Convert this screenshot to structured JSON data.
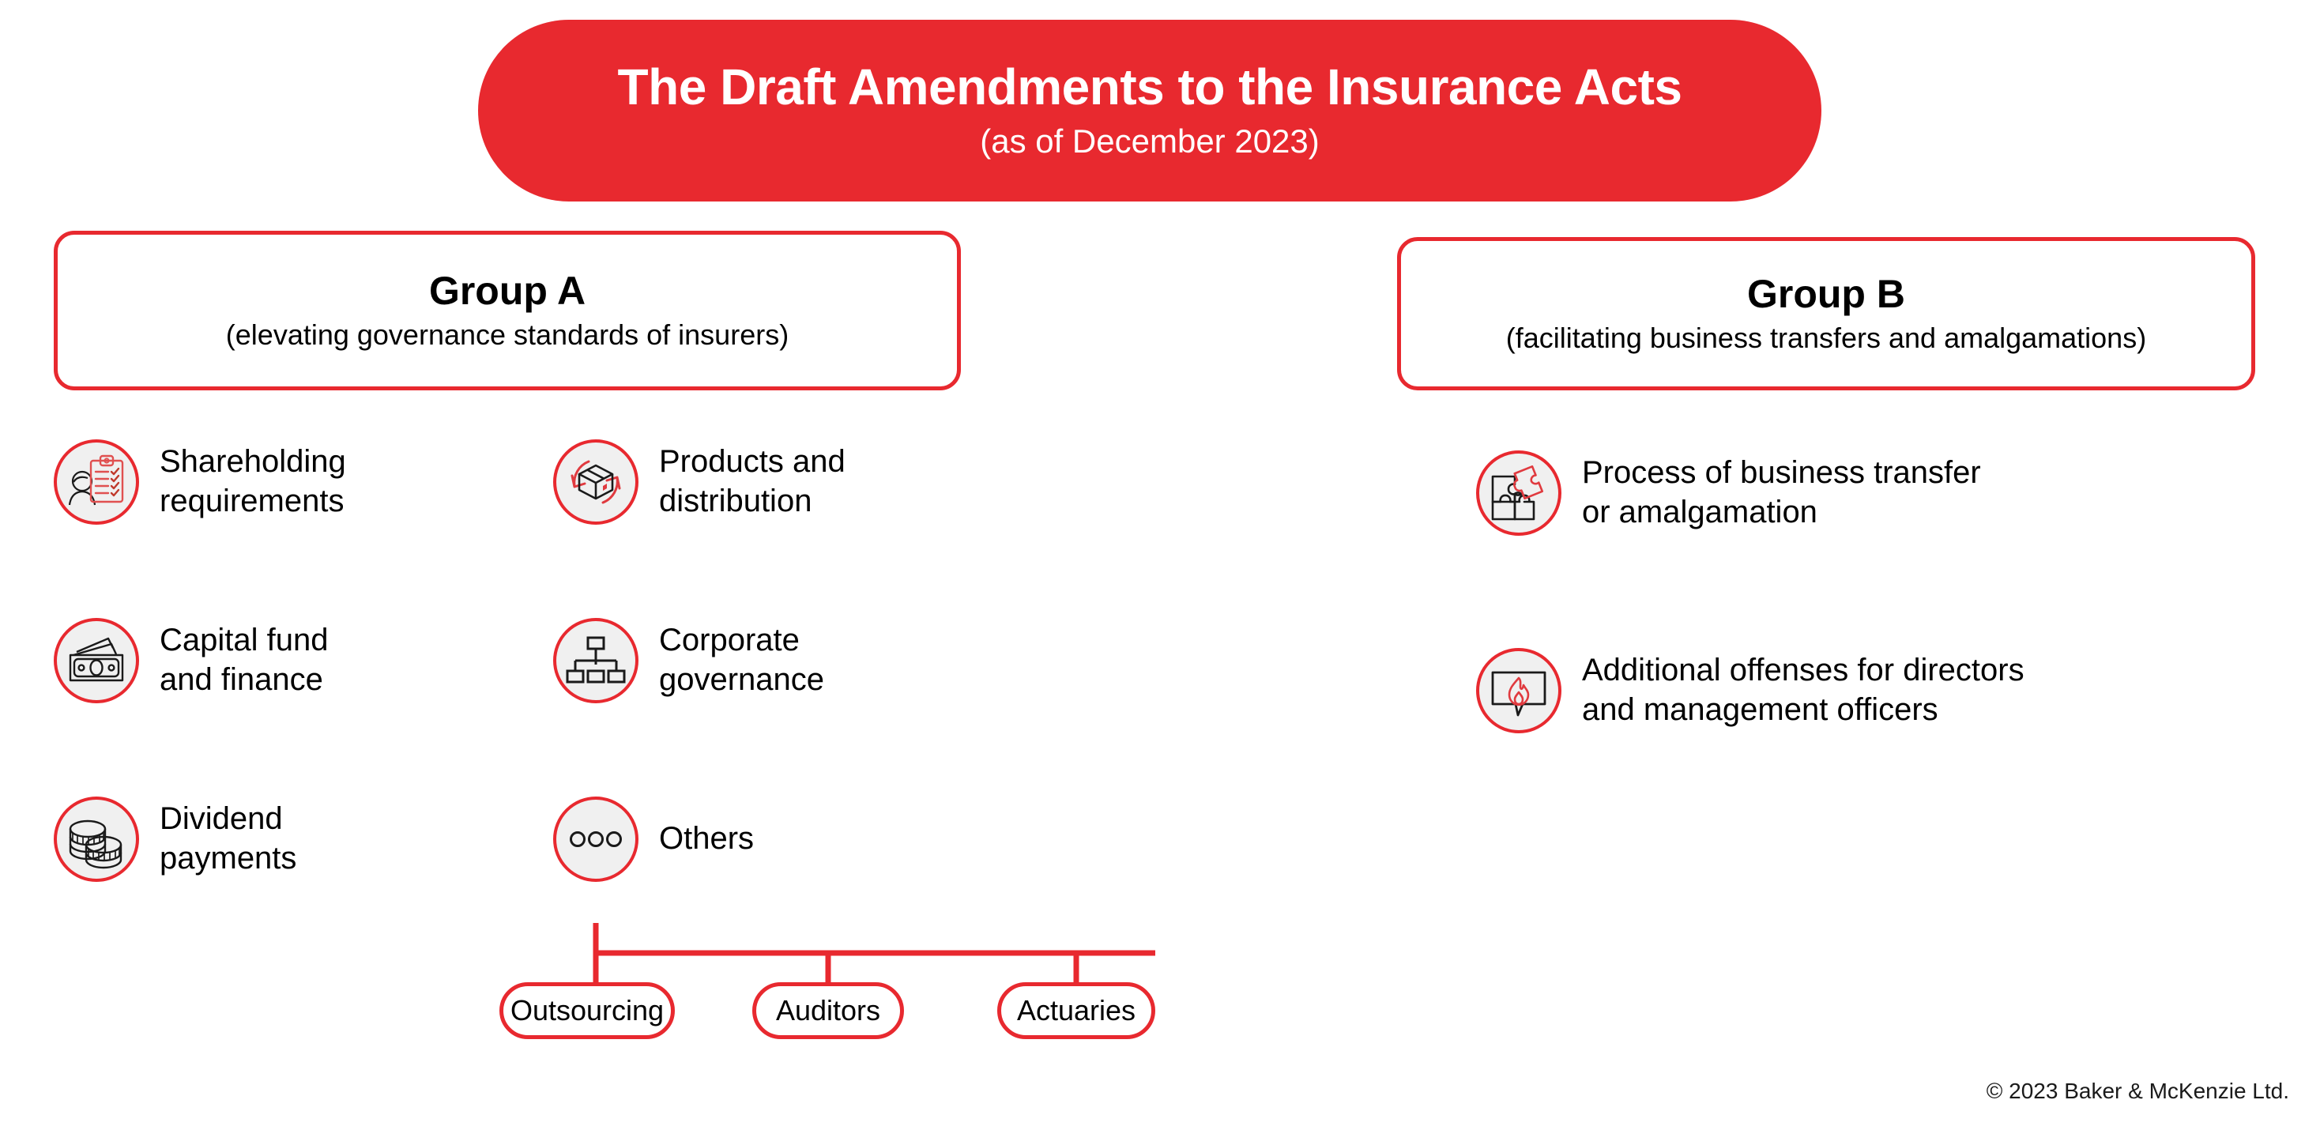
{
  "title": {
    "main": "The Draft Amendments to the Insurance Acts",
    "subtitle": "(as of December 2023)",
    "banner_color": "#E8292F"
  },
  "groups": [
    {
      "name": "Group A",
      "subtitle": "(elevating governance standards of insurers)",
      "columns": [
        {
          "items": [
            {
              "label": "Shareholding\nrequirements",
              "icon": "person-checklist-clipboard-icon"
            },
            {
              "label": "Capital fund\nand finance",
              "icon": "banknotes-icon"
            },
            {
              "label": "Dividend\npayments",
              "icon": "coin-stack-icon"
            }
          ]
        },
        {
          "items": [
            {
              "label": "Products and\ndistribution",
              "icon": "box-cycle-arrows-icon"
            },
            {
              "label": "Corporate\ngovernance",
              "icon": "org-chart-icon"
            },
            {
              "label": "Others",
              "icon": "three-dots-icon"
            }
          ]
        }
      ],
      "sub_items": [
        "Outsourcing",
        "Auditors",
        "Actuaries"
      ]
    },
    {
      "name": "Group B",
      "subtitle": "(facilitating business transfers and amalgamations)",
      "columns": [
        {
          "items": [
            {
              "label": "Process of business transfer\nor amalgamation",
              "icon": "puzzle-pieces-icon"
            },
            {
              "label": "Additional offenses for directors\nand management officers",
              "icon": "speech-bubble-flame-icon"
            }
          ]
        }
      ],
      "sub_items": []
    }
  ],
  "footer": {
    "copyright": "© 2023 Baker & McKenzie Ltd."
  },
  "colors": {
    "brand_red": "#E8292F",
    "icon_fill": "#F0F0F0",
    "text": "#000000"
  }
}
